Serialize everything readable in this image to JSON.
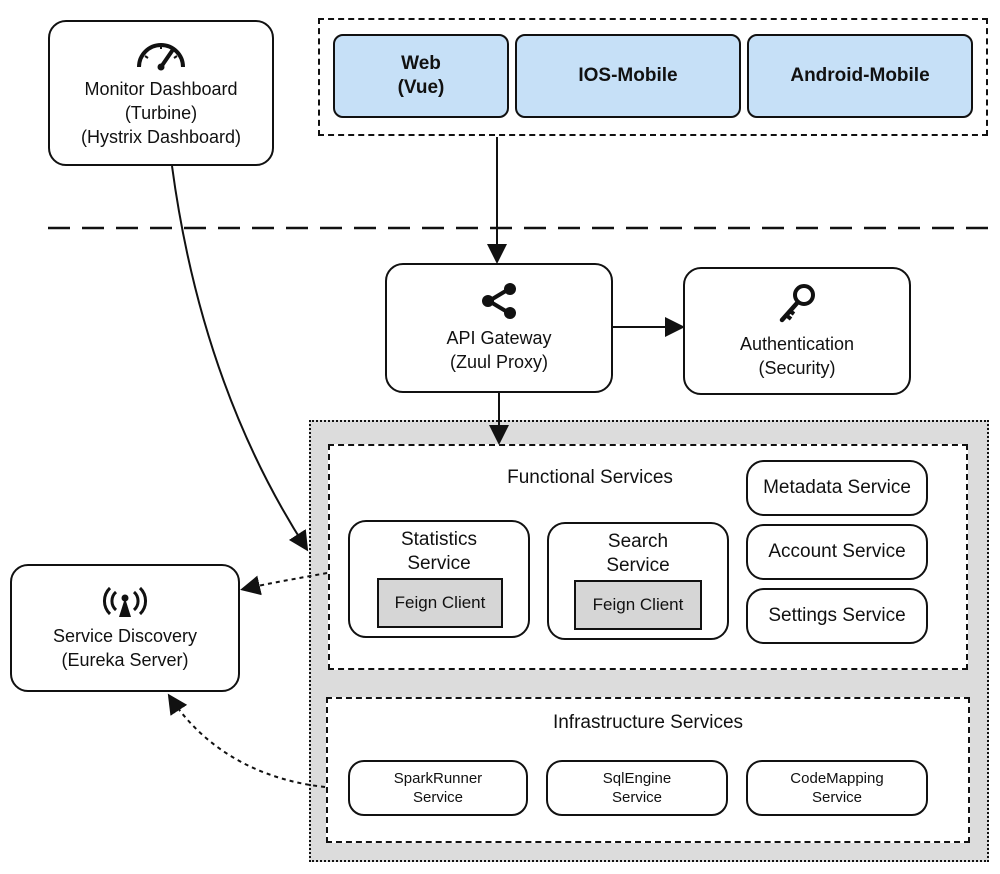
{
  "clients": {
    "web": [
      "Web",
      "(Vue)"
    ],
    "ios": "IOS-Mobile",
    "android": "Android-Mobile"
  },
  "monitor": [
    "Monitor Dashboard",
    "(Turbine)",
    "(Hystrix Dashboard)"
  ],
  "gateway": [
    "API Gateway",
    "(Zuul Proxy)"
  ],
  "auth": [
    "Authentication",
    "(Security)"
  ],
  "discovery": [
    "Service Discovery",
    "(Eureka Server)"
  ],
  "functional": {
    "title": "Functional Services",
    "statistics": [
      "Statistics",
      "Service"
    ],
    "search": [
      "Search",
      "Service"
    ],
    "feign": "Feign Client",
    "metadata": "Metadata Service",
    "account": "Account Service",
    "settings": "Settings Service"
  },
  "infrastructure": {
    "title": "Infrastructure Services",
    "sparkrunner": [
      "SparkRunner",
      "Service"
    ],
    "sqlengine": [
      "SqlEngine",
      "Service"
    ],
    "codemapping": [
      "CodeMapping",
      "Service"
    ]
  },
  "icons": {
    "monitor": "speedometer-icon",
    "gateway": "share-icon",
    "auth": "key-icon",
    "discovery": "wireless-tower-icon"
  }
}
